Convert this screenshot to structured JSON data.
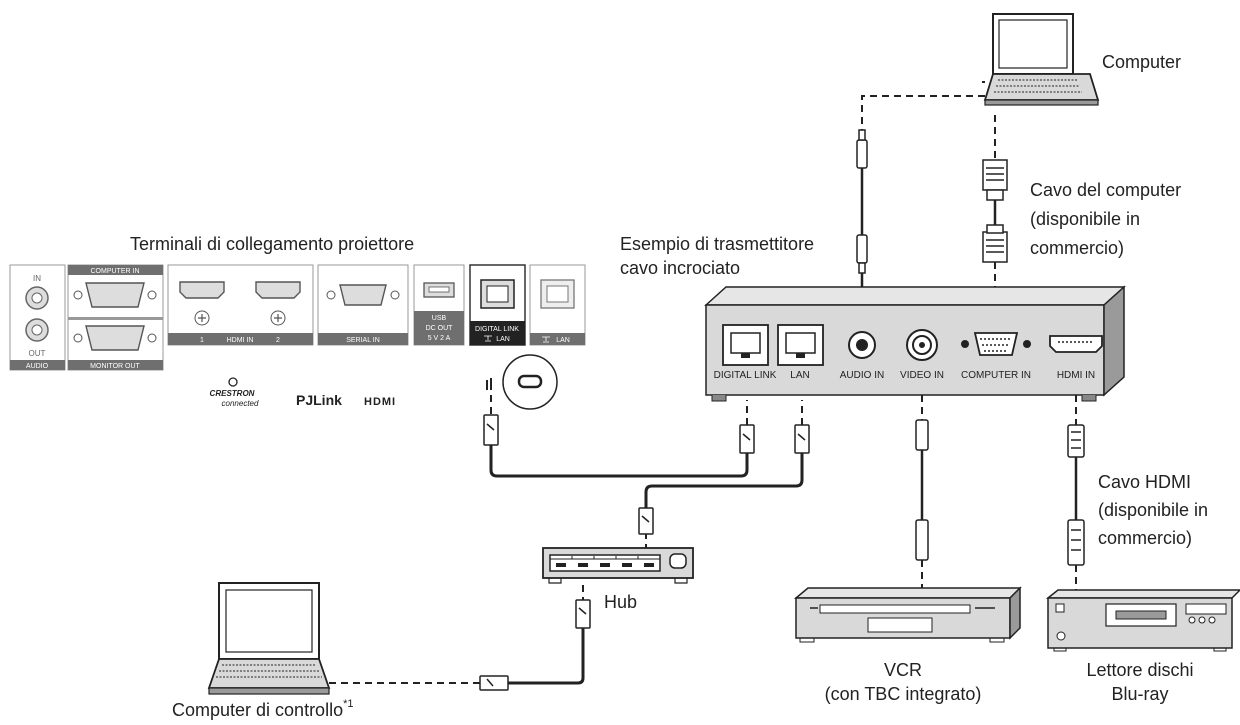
{
  "labels": {
    "terminals_title": "Terminali di collegamento proiettore",
    "transmitter_title_1": "Esempio di trasmettitore",
    "transmitter_title_2": "cavo incrociato",
    "computer": "Computer",
    "computer_cable_1": "Cavo del computer",
    "computer_cable_2": "(disponibile in",
    "computer_cable_3": "commercio)",
    "hdmi_cable_1": "Cavo HDMI",
    "hdmi_cable_2": "(disponibile in",
    "hdmi_cable_3": "commercio)",
    "hub": "Hub",
    "vcr_1": "VCR",
    "vcr_2": "(con TBC integrato)",
    "bluray_1": "Lettore dischi",
    "bluray_2": "Blu-ray",
    "control_computer": "Computer di controllo",
    "control_computer_note": "*1"
  },
  "projector_panel": {
    "audio_in": "IN",
    "audio_out": "OUT",
    "audio": "AUDIO",
    "computer_in": "COMPUTER IN",
    "monitor_out": "MONITOR OUT",
    "hdmi_1": "1",
    "hdmi_in": "HDMI IN",
    "hdmi_2": "2",
    "serial_in": "SERIAL IN",
    "usb": "USB",
    "dc_out": "DC OUT",
    "dc_rating": "5 V  2 A",
    "digital_link": "DIGITAL LINK",
    "digital_link_lan": "LAN",
    "lan": "LAN",
    "logo_crestron": "CRESTRON",
    "logo_crestron_sub": "connected",
    "logo_pjlink": "PJLink",
    "logo_hdmi": "HDMI"
  },
  "transmitter_ports": {
    "digital_link": "DIGITAL LINK",
    "lan": "LAN",
    "audio_in": "AUDIO IN",
    "video_in": "VIDEO IN",
    "computer_in": "COMPUTER IN",
    "hdmi_in": "HDMI IN"
  },
  "colors": {
    "cable": "#222222",
    "device_fill": "#d9d9d9",
    "device_dark": "#9a9a9a",
    "panel_fill": "#e6e6e6",
    "panel_dark": "#6f6f6f"
  }
}
